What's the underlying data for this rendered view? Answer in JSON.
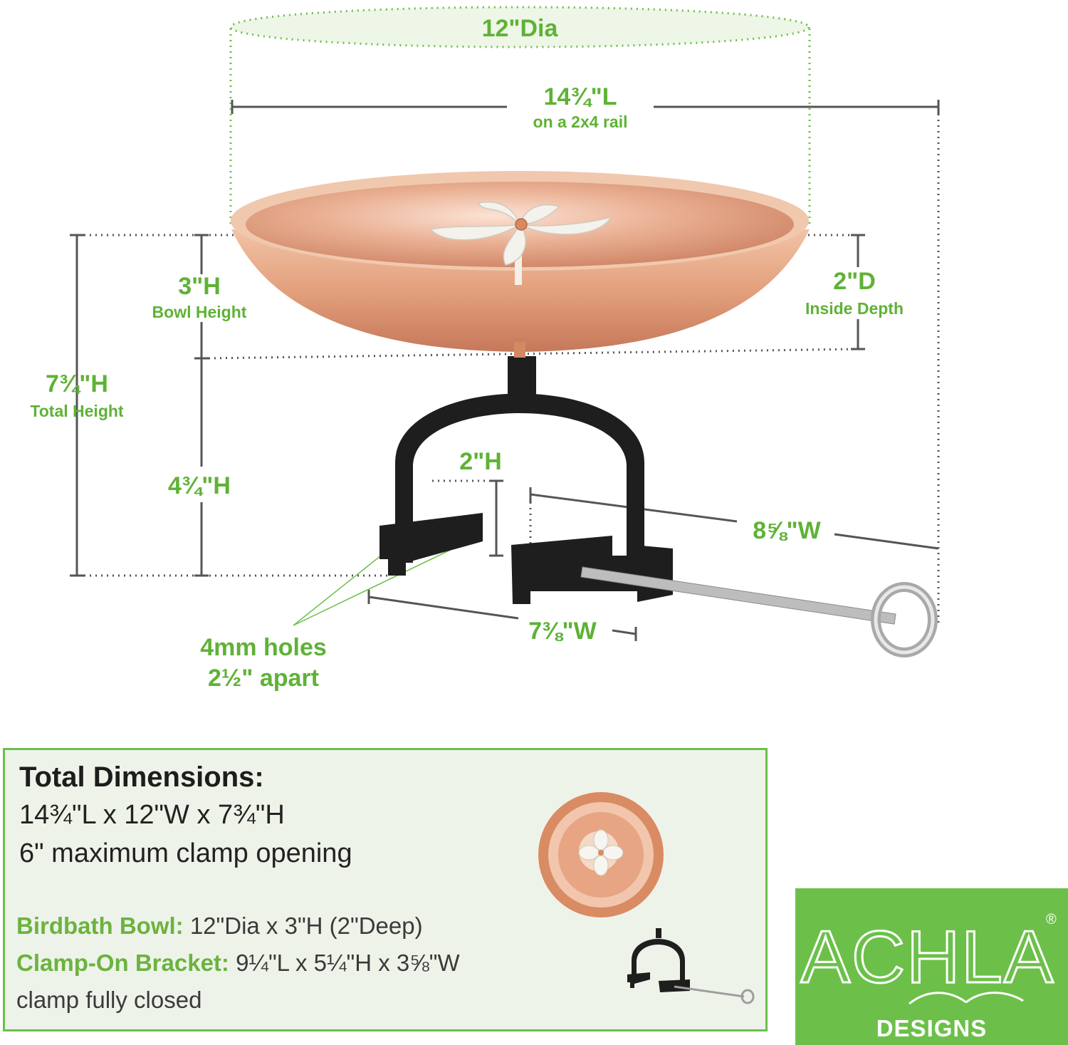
{
  "labels": {
    "dia": "12\"Dia",
    "length": "14¾\"L",
    "length_sub": "on a 2x4 rail",
    "bowl_height": "3\"H",
    "bowl_height_sub": "Bowl Height",
    "inside_depth": "2\"D",
    "inside_depth_sub": "Inside Depth",
    "total_height": "7¾\"H",
    "total_height_sub": "Total Height",
    "bracket_height": "4¾\"H",
    "jaw_height": "2\"H",
    "clamp_width": "8⅝\"W",
    "bracket_width": "7⅜\"W",
    "holes_line1": "4mm holes",
    "holes_line2": "2½\" apart"
  },
  "summary": {
    "title": "Total Dimensions:",
    "line1": "14¾\"L x 12\"W x 7¾\"H",
    "line2": "6\" maximum clamp opening",
    "bowl_label": "Birdbath Bowl:",
    "bowl_value": " 12\"Dia x 3\"H (2\"Deep)",
    "bracket_label": "Clamp-On Bracket:",
    "bracket_value": " 9¼\"L  x 5¼\"H x 3⅝\"W",
    "closed_note": "clamp fully closed"
  },
  "brand": {
    "name": "ACHLA",
    "registered": "®",
    "tagline": "DESIGNS"
  },
  "colors": {
    "accent_green": "#6cc04a",
    "label_green": "#5fb236",
    "copper": "#e5a581",
    "bracket_black": "#1e1e1e",
    "dim_line_gray": "#555555"
  }
}
